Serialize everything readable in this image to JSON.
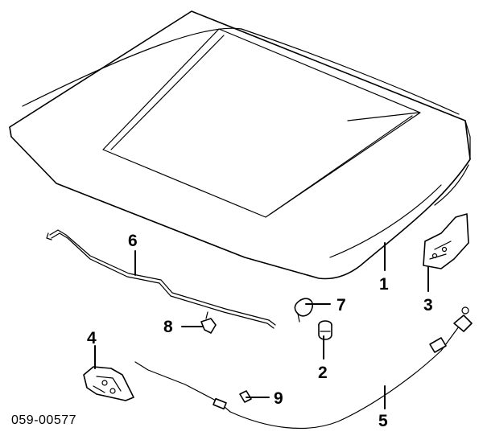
{
  "diagram": {
    "reference_code": "059-00577",
    "callouts": [
      "1",
      "2",
      "3",
      "4",
      "5",
      "6",
      "7",
      "8",
      "9"
    ]
  }
}
